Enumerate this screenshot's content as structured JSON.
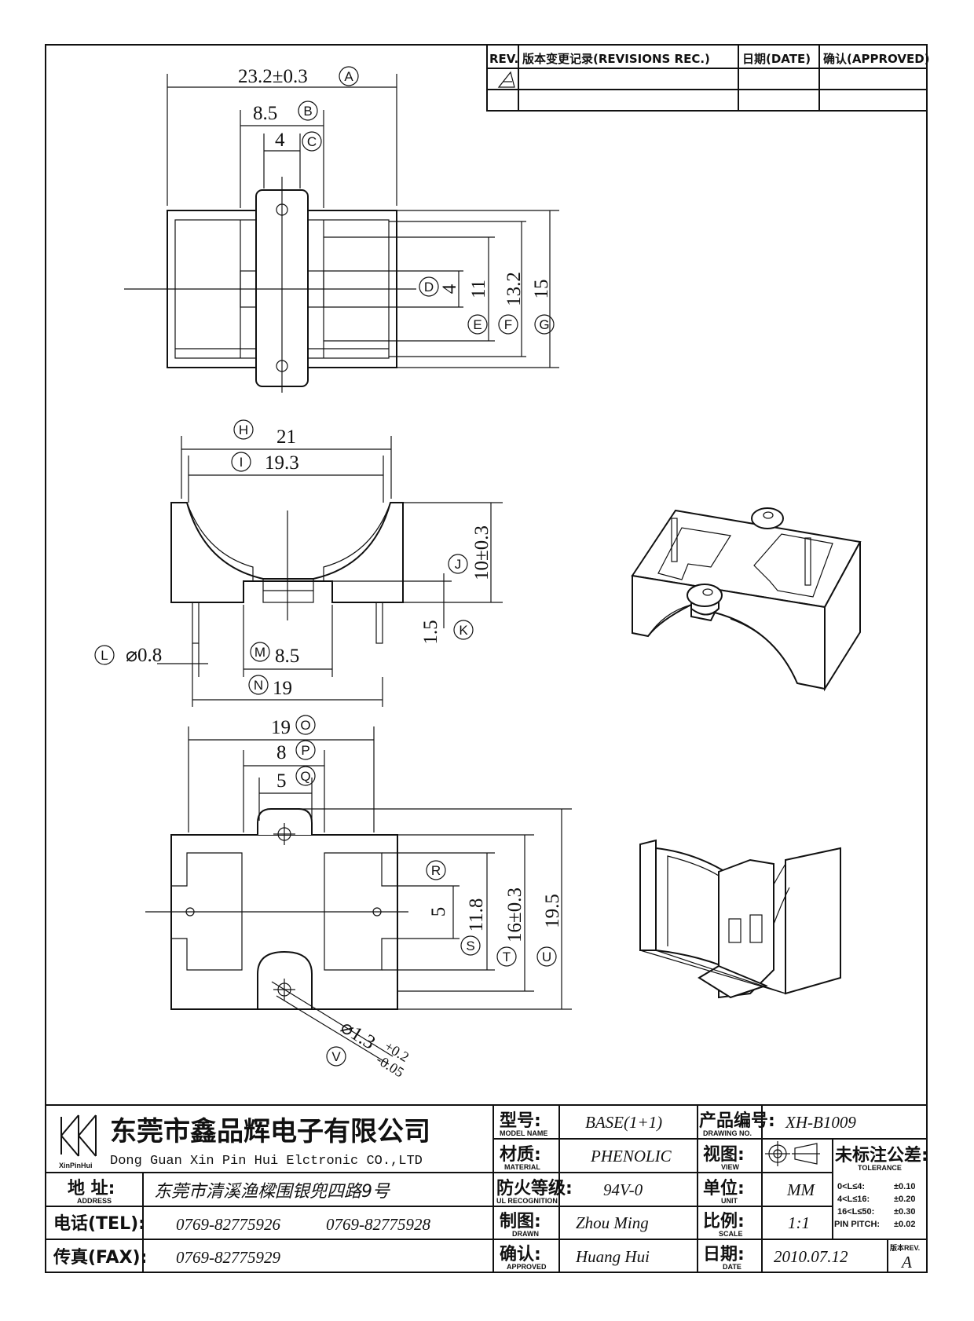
{
  "revisions": {
    "col_rev": "REV.",
    "col_record": "版本变更记录(REVISIONS REC.)",
    "col_date": "日期(DATE)",
    "col_approved": "确认(APPROVED)"
  },
  "top_view": {
    "dim_A": "23.2±0.3",
    "label_A": "A",
    "dim_B": "8.5",
    "label_B": "B",
    "dim_C": "4",
    "label_C": "C",
    "dim_D": "4",
    "label_D": "D",
    "dim_E": "11",
    "label_E": "E",
    "dim_F": "13.2",
    "label_F": "F",
    "dim_G": "15",
    "label_G": "G"
  },
  "front_view": {
    "dim_H": "21",
    "label_H": "H",
    "dim_I": "19.3",
    "label_I": "I",
    "dim_J": "10±0.3",
    "label_J": "J",
    "dim_K": "1.5",
    "label_K": "K",
    "dim_L": "⌀0.8",
    "label_L": "L",
    "dim_M": "8.5",
    "label_M": "M",
    "dim_N": "19",
    "label_N": "N"
  },
  "bottom_view": {
    "dim_O": "19",
    "label_O": "O",
    "dim_P": "8",
    "label_P": "P",
    "dim_Q": "5",
    "label_Q": "Q",
    "dim_R": "5",
    "label_R": "R",
    "dim_S": "11.8",
    "label_S": "S",
    "dim_T": "16±0.3",
    "label_T": "T",
    "dim_U": "19.5",
    "label_U": "U",
    "dim_V_base": "⌀1.3",
    "dim_V_plus": "+0.2",
    "dim_V_minus": "-0.05",
    "label_V": "V"
  },
  "title_block": {
    "company_cn": "东莞市鑫品辉电子有限公司",
    "company_en": "Dong Guan Xin Pin Hui Elctronic CO.,LTD",
    "logo_text": "XinPinHui",
    "address_label": "地 址:",
    "address_label_en": "ADDRESS",
    "address_value": "东莞市清溪渔樑围银兜四路9号",
    "tel_label": "电话(TEL):",
    "tel_value_1": "0769-82775926",
    "tel_value_2": "0769-82775928",
    "fax_label": "传真(FAX):",
    "fax_value": "0769-82775929",
    "model_label": "型号:",
    "model_label_en": "MODEL NAME",
    "model_value": "BASE(1+1)",
    "material_label": "材质:",
    "material_label_en": "MATERIAL",
    "material_value": "PHENOLIC",
    "flame_label": "防火等级:",
    "flame_label_en": "UL RECOGNITION",
    "flame_value": "94V-0",
    "drawn_label": "制图:",
    "drawn_label_en": "DRAWN",
    "drawn_value": "Zhou Ming",
    "approved_label": "确认:",
    "approved_label_en": "APPROVED",
    "approved_value": "Huang Hui",
    "drawing_no_label": "产品编号:",
    "drawing_no_label_en": "DRAWING NO.",
    "drawing_no_value": "XH-B1009",
    "view_label": "视图:",
    "view_label_en": "VIEW",
    "unit_label": "单位:",
    "unit_label_en": "UNIT",
    "unit_value": "MM",
    "scale_label": "比例:",
    "scale_label_en": "SCALE",
    "scale_value": "1:1",
    "date_label": "日期:",
    "date_label_en": "DATE",
    "date_value": "2010.07.12",
    "tolerance_label": "未标注公差:",
    "tolerance_label_en": "TOLERANCE",
    "tol_rows": [
      {
        "range": "0<L≤4:",
        "value": "±0.10"
      },
      {
        "range": "4<L≤16:",
        "value": "±0.20"
      },
      {
        "range": "16<L≤50:",
        "value": "±0.30"
      },
      {
        "range": "PIN PITCH:",
        "value": "±0.02"
      }
    ],
    "version_label": "版本REV.",
    "version_value": "A"
  }
}
